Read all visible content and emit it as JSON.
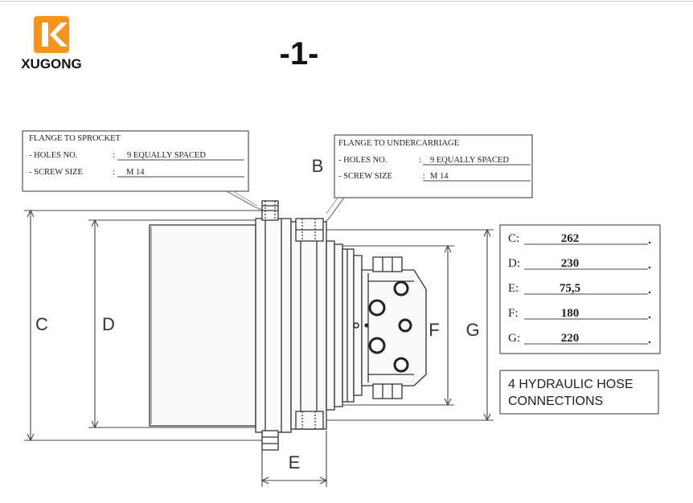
{
  "brand": {
    "name": "XUGONG",
    "logo_colors": [
      "#f7941d",
      "#ffffff"
    ]
  },
  "page_number": "-1-",
  "flange_sprocket": {
    "title": "FLANGE TO SPROCKET",
    "holes_label": "- HOLES NO.",
    "holes_value": "9 EQUALLY SPACED",
    "screw_label": "- SCREW SIZE",
    "screw_value": "M 14"
  },
  "flange_undercarriage": {
    "title": "FLANGE TO UNDERCARRIAGE",
    "holes_label": "- HOLES NO.",
    "holes_value": "9 EQUALLY SPACED",
    "screw_label": "- SCREW SIZE",
    "screw_value": "M 14"
  },
  "dimension_letters": {
    "b": "B",
    "c": "C",
    "d": "D",
    "e": "E",
    "f": "F",
    "g": "G"
  },
  "dimensions": [
    {
      "label": "C:",
      "value": "262"
    },
    {
      "label": "D:",
      "value": "230"
    },
    {
      "label": "E:",
      "value": "75,5"
    },
    {
      "label": "F:",
      "value": "180"
    },
    {
      "label": "G:",
      "value": "220"
    }
  ],
  "hose_note": {
    "line1": "4 HYDRAULIC HOSE",
    "line2": "CONNECTIONS"
  }
}
